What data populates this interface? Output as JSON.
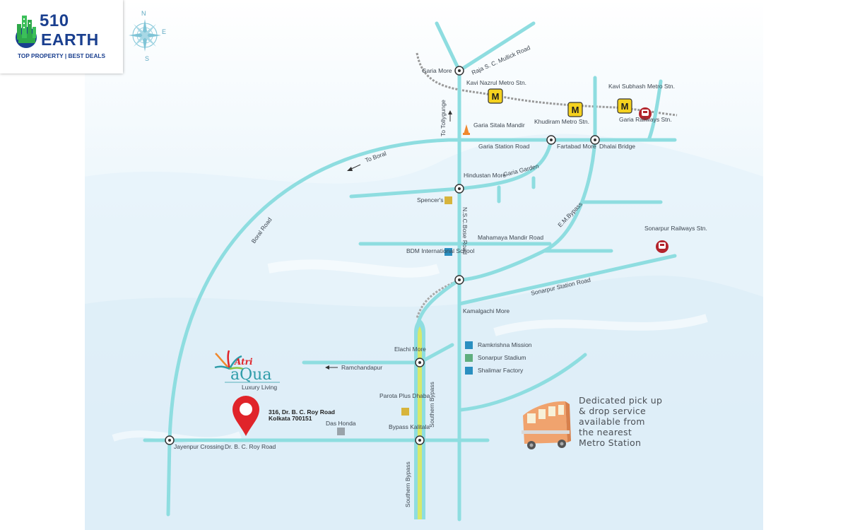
{
  "logo": {
    "brand_number": "510",
    "brand_word": "EARTH",
    "tagline": "TOP PROPERTY | BEST DEALS",
    "colors": {
      "primary": "#1a3f8f",
      "accent": "#2ea84a"
    }
  },
  "compass": {
    "icon": "compass-rose-icon",
    "letters": [
      "N",
      "E",
      "S"
    ]
  },
  "roads": [
    "Raja S. C. Mullick Road",
    "Garia Station Road",
    "Garia Garden",
    "To Tollygunge",
    "To Boral",
    "Boral Road",
    "N.S.C.Bose Road",
    "Mahamaya Mandir Road",
    "E.M.Bypass",
    "Sonarpur Station Road",
    "Ramchandapur",
    "Southern Bypass",
    "Southern Bypass",
    "Dr. B. C. Roy Road"
  ],
  "junctions": [
    "Garia More",
    "Fartabad More",
    "Dhalai Bridge",
    "Hindustan More",
    "Kamalgachi More",
    "Elachi More",
    "Bypass Kalitala",
    "Jayenpur Crossing"
  ],
  "metro": {
    "icon_label": "M",
    "stations": [
      "Kavi Nazrul Metro Stn.",
      "Khudiram Metro Stn.",
      "Kavi Subhash Metro Stn."
    ]
  },
  "railways": [
    "Garia Railways Stn.",
    "Sonarpur Railways Stn."
  ],
  "landmarks": [
    "Garia Sitala Mandir",
    "Spencer's",
    "BDM International School",
    "Parota Plus Dhaba",
    "Das Honda"
  ],
  "legend": [
    "Ramkrishna Mission",
    "Sonarpur Stadium",
    "Shalimar Factory"
  ],
  "project": {
    "brand_top": "Atri",
    "brand_main": "aQua",
    "tagline": "Luxury Living",
    "address_line1": "316, Dr. B. C. Roy Road",
    "address_line2": "Kolkata 700151"
  },
  "shuttle_note": [
    "Dedicated pick up",
    "& drop service",
    "available from",
    "the nearest",
    "Metro Station"
  ],
  "colors": {
    "road": "#8edde0",
    "water": "#e3f1fa",
    "rail": "#9a9a9a",
    "metro_badge": "#f5d21f",
    "pin": "#e0242a",
    "landmark_yellow": "#d7b43c",
    "landmark_blue": "#2a8fc0",
    "landmark_green": "#5fae7e",
    "landmark_gray": "#9aa3aa"
  }
}
